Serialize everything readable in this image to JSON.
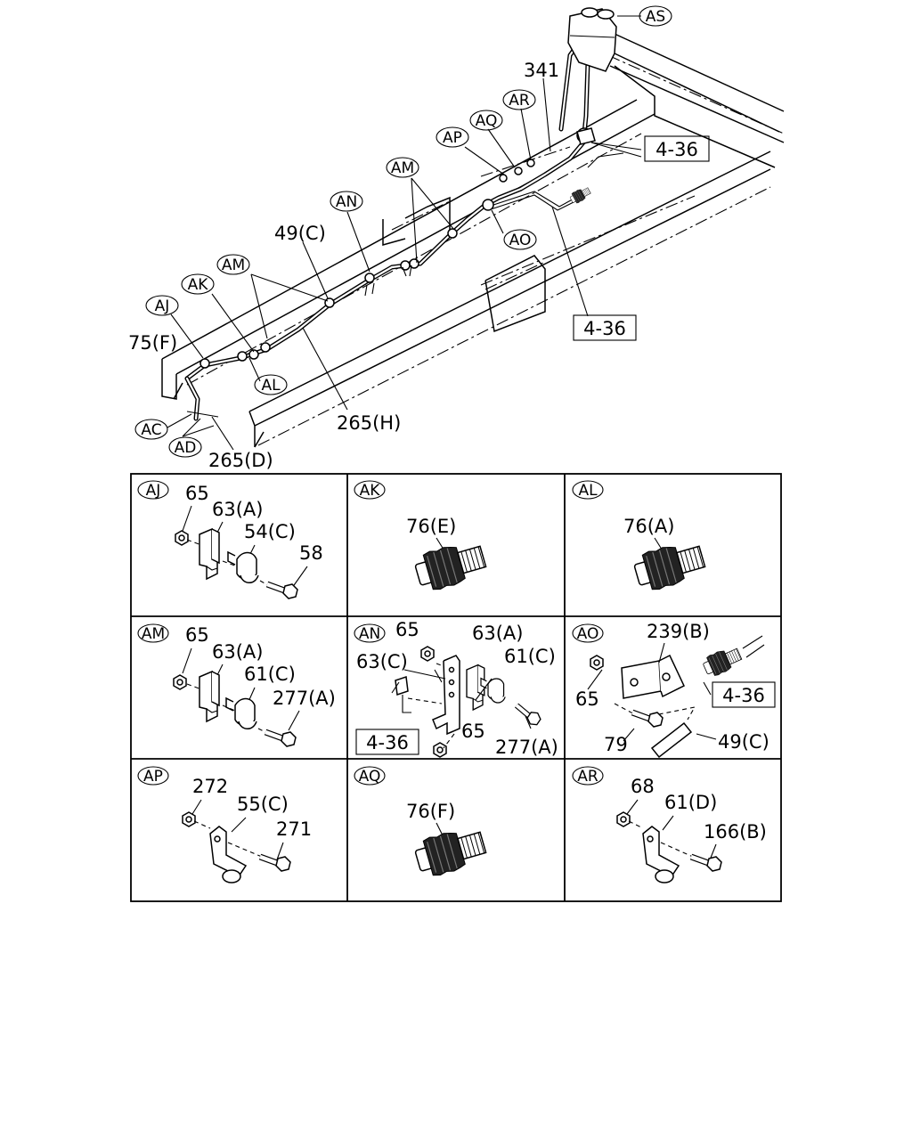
{
  "overview": {
    "labels": {
      "as": "AS",
      "ar": "AR",
      "aq": "AQ",
      "ap": "AP",
      "am": "AM",
      "an": "AN",
      "ak": "AK",
      "aj": "AJ",
      "al": "AL",
      "ao": "AO",
      "ac": "AC",
      "ad": "AD",
      "p341": "341",
      "ref_top": "4-36",
      "ref_bottom": "4-36",
      "p49c": "49(C)",
      "p75f": "75(F)",
      "p265h": "265(H)",
      "p265d": "265(D)"
    }
  },
  "details": {
    "aj": {
      "tag": "AJ",
      "parts": [
        "65",
        "63(A)",
        "54(C)",
        "58"
      ]
    },
    "ak": {
      "tag": "AK",
      "parts": [
        "76(E)"
      ]
    },
    "al": {
      "tag": "AL",
      "parts": [
        "76(A)"
      ]
    },
    "am": {
      "tag": "AM",
      "parts": [
        "65",
        "63(A)",
        "61(C)",
        "277(A)"
      ]
    },
    "an": {
      "tag": "AN",
      "parts": [
        "65",
        "63(A)",
        "63(C)",
        "61(C)",
        "65",
        "277(A)"
      ],
      "ref": "4-36"
    },
    "ao": {
      "tag": "AO",
      "parts": [
        "239(B)",
        "65",
        "79",
        "49(C)"
      ],
      "ref": "4-36"
    },
    "ap": {
      "tag": "AP",
      "parts": [
        "272",
        "55(C)",
        "271"
      ]
    },
    "aq": {
      "tag": "AQ",
      "parts": [
        "76(F)"
      ]
    },
    "ar": {
      "tag": "AR",
      "parts": [
        "68",
        "61(D)",
        "166(B)"
      ]
    }
  }
}
